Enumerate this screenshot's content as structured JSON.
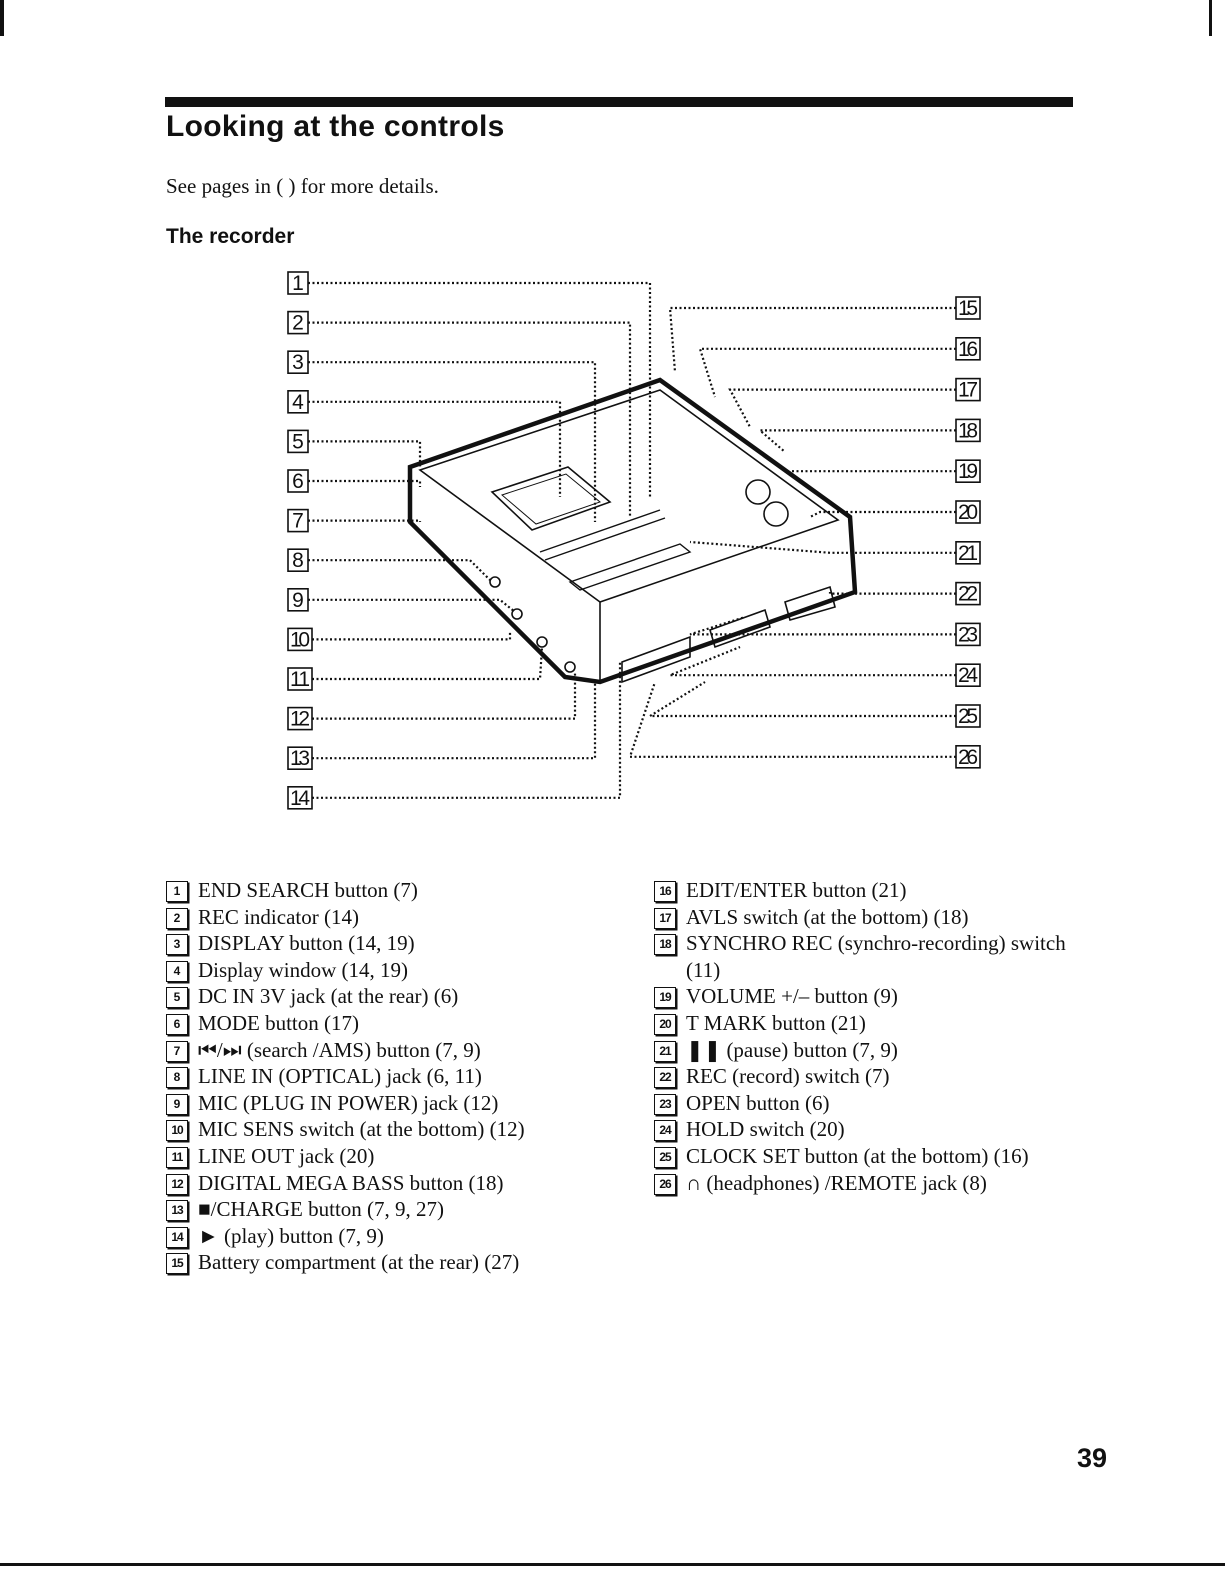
{
  "page": {
    "title": "Looking at the controls",
    "intro": "See pages in ( ) for more details.",
    "section": "The recorder",
    "page_number": "39"
  },
  "legend_left": [
    {
      "num": "1",
      "text": "END SEARCH button (7)"
    },
    {
      "num": "2",
      "text": "REC indicator (14)"
    },
    {
      "num": "3",
      "text": "DISPLAY button (14, 19)"
    },
    {
      "num": "4",
      "text": "Display window (14, 19)"
    },
    {
      "num": "5",
      "text": "DC IN 3V jack (at the rear) (6)"
    },
    {
      "num": "6",
      "text": "MODE button (17)"
    },
    {
      "num": "7",
      "text": "⏮/⏭ (search /AMS) button (7, 9)"
    },
    {
      "num": "8",
      "text": "LINE IN (OPTICAL) jack (6, 11)"
    },
    {
      "num": "9",
      "text": "MIC (PLUG IN POWER) jack (12)"
    },
    {
      "num": "10",
      "text": "MIC SENS switch (at the bottom) (12)"
    },
    {
      "num": "11",
      "text": "LINE OUT jack (20)"
    },
    {
      "num": "12",
      "text": "DIGITAL MEGA BASS button (18)"
    },
    {
      "num": "13",
      "text": "■/CHARGE button (7, 9, 27)"
    },
    {
      "num": "14",
      "text": "► (play) button (7, 9)"
    },
    {
      "num": "15",
      "text": "Battery compartment (at the rear) (27)"
    }
  ],
  "legend_right": [
    {
      "num": "16",
      "text": "EDIT/ENTER button (21)"
    },
    {
      "num": "17",
      "text": "AVLS switch (at the bottom) (18)"
    },
    {
      "num": "18",
      "text": "SYNCHRO REC (synchro-recording) switch (11)"
    },
    {
      "num": "19",
      "text": "VOLUME +/– button (9)"
    },
    {
      "num": "20",
      "text": "T MARK button (21)"
    },
    {
      "num": "21",
      "text": "❚❚ (pause) button (7, 9)"
    },
    {
      "num": "22",
      "text": "REC (record) switch (7)"
    },
    {
      "num": "23",
      "text": "OPEN button (6)"
    },
    {
      "num": "24",
      "text": "HOLD switch (20)"
    },
    {
      "num": "25",
      "text": "CLOCK SET button (at the bottom) (16)"
    },
    {
      "num": "26",
      "text": "∩ (headphones) /REMOTE jack (8)"
    }
  ],
  "diagram": {
    "left_callouts": [
      "1",
      "2",
      "3",
      "4",
      "5",
      "6",
      "7",
      "8",
      "9",
      "10",
      "11",
      "12",
      "13",
      "14"
    ],
    "right_callouts": [
      "15",
      "16",
      "17",
      "18",
      "19",
      "20",
      "21",
      "22",
      "23",
      "24",
      "25",
      "26"
    ]
  }
}
